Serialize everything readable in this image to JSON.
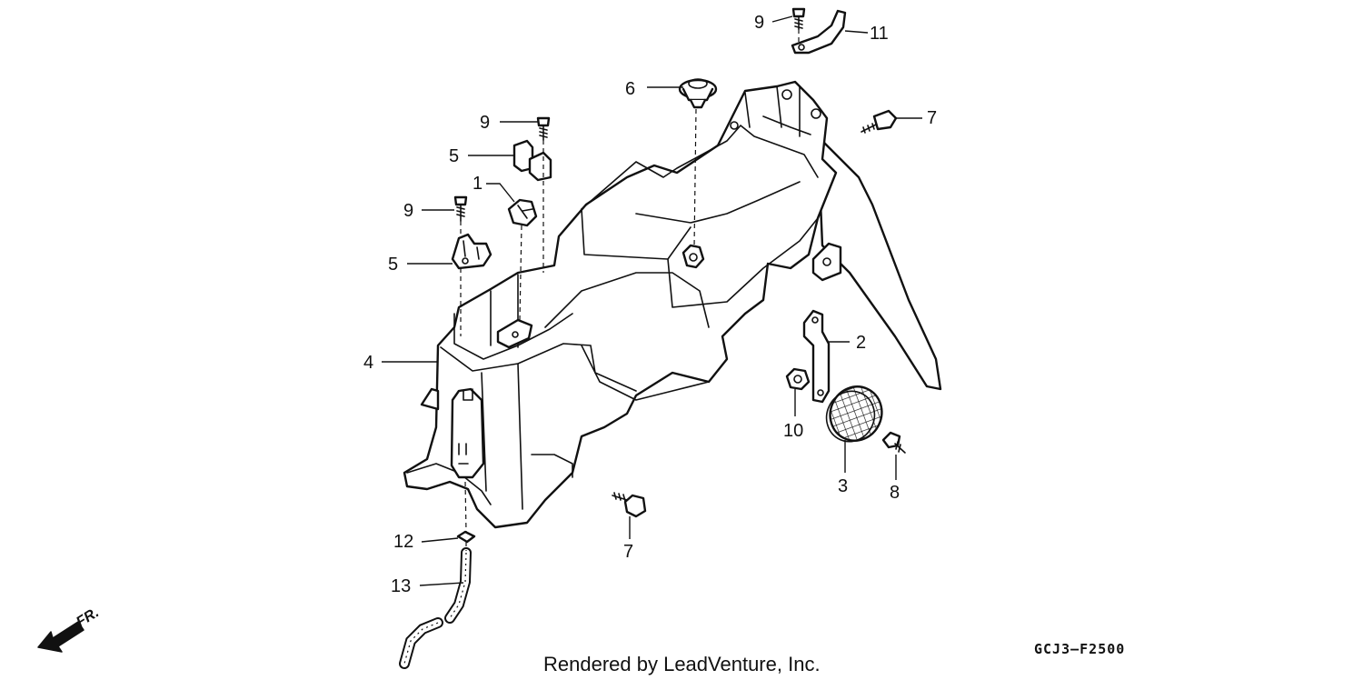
{
  "callouts": {
    "c1": "1",
    "c2": "2",
    "c3": "3",
    "c4": "4",
    "c5a": "5",
    "c5b": "5",
    "c6": "6",
    "c7a": "7",
    "c7b": "7",
    "c8": "8",
    "c9a": "9",
    "c9b": "9",
    "c9c": "9",
    "c10": "10",
    "c11": "11",
    "c12": "12",
    "c13": "13"
  },
  "direction_label": "FR.",
  "credit": "Rendered by LeadVenture, Inc.",
  "diagram_code": "GCJ3–F2500"
}
